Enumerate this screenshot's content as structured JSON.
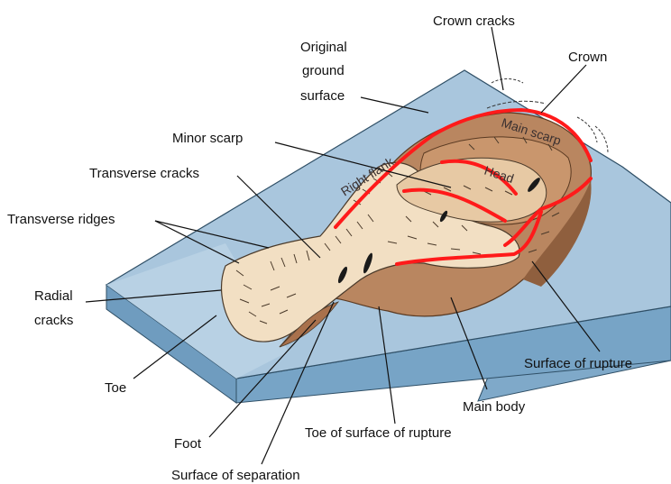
{
  "labels": {
    "crown_cracks": "Crown cracks",
    "crown": "Crown",
    "original_ground_1": "Original",
    "original_ground_2": "ground",
    "original_ground_3": "surface",
    "minor_scarp": "Minor scarp",
    "transverse_cracks": "Transverse cracks",
    "transverse_ridges": "Transverse ridges",
    "radial_cracks_1": "Radial",
    "radial_cracks_2": "cracks",
    "toe": "Toe",
    "foot": "Foot",
    "surface_of_separation": "Surface of separation",
    "toe_of_surface_of_rupture": "Toe of surface of rupture",
    "main_body": "Main body",
    "surface_of_rupture": "Surface of rupture"
  },
  "inner_labels": {
    "right_flank": "Right flank",
    "main_scarp": "Main scarp",
    "head": "Head"
  },
  "colors": {
    "ground_top": "#a9c6dd",
    "block_side": "#7fa9c9",
    "block_front": "#6f9cbf",
    "rupture_surface": "#b98660",
    "rupture_dark": "#8f5f3e",
    "debris": "#f2dfc3",
    "annotation_red": "#ff1a1a"
  }
}
